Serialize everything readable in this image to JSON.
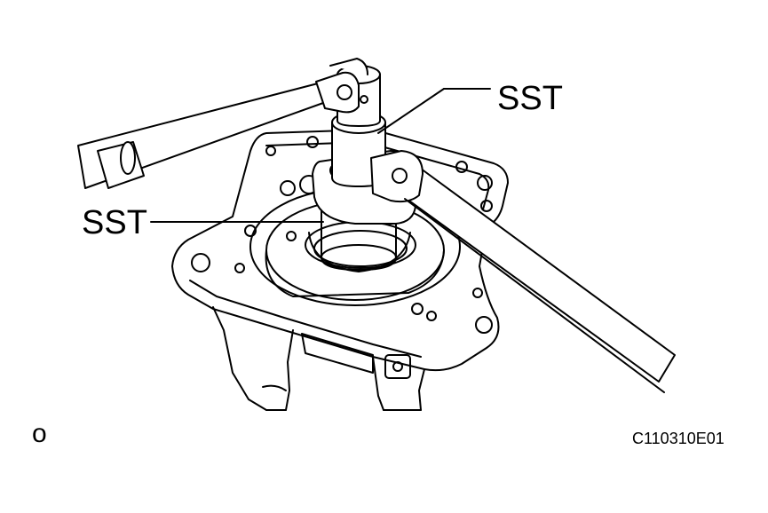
{
  "labels": {
    "sst_top": "SST",
    "sst_left": "SST",
    "corner_mark": "o",
    "figure_id": "C110310E01"
  },
  "colors": {
    "line": "#000000",
    "background": "#ffffff"
  }
}
